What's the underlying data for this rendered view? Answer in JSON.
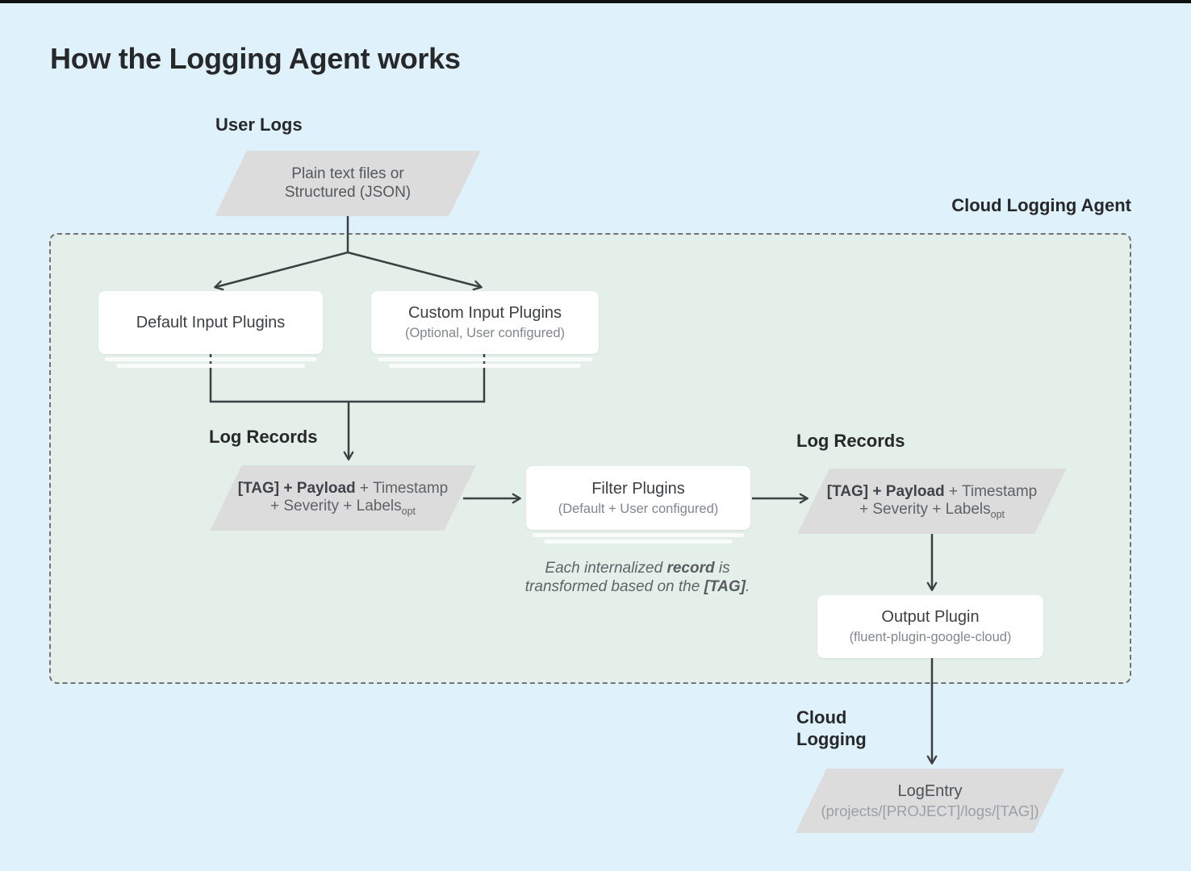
{
  "colors": {
    "background": "#dff1fb",
    "top_bar": "#111111",
    "panel_green": "#e3efe8",
    "shape_gray": "#dbdcdb",
    "line_dark": "#3c4043",
    "box_white": "#ffffff",
    "text_dark": "#26282a",
    "text_gray": "#5f6368",
    "text_light_gray": "#9aa0a6"
  },
  "title": "How the Logging Agent works",
  "labels": {
    "user_logs": "User Logs",
    "cloud_logging_agent": "Cloud Logging Agent",
    "log_records_left": "Log Records",
    "log_records_right": "Log Records",
    "cloud_logging": {
      "line1": "Cloud",
      "line2": "Logging"
    }
  },
  "nodes": {
    "user_log_files": {
      "line1": "Plain text files or",
      "line2": "Structured (JSON)"
    },
    "default_input_plugins": {
      "title": "Default Input Plugins"
    },
    "custom_input_plugins": {
      "title": "Custom Input Plugins",
      "subtitle": "(Optional, User configured)"
    },
    "log_record_left": {
      "bold": "[TAG] + Payload",
      "rest": " + Timestamp",
      "line2": "+ Severity + Labels",
      "subscript": "opt"
    },
    "filter_plugins": {
      "title": "Filter Plugins",
      "subtitle": "(Default + User configured)"
    },
    "log_record_right": {
      "bold": "[TAG] + Payload",
      "rest": " + Timestamp",
      "line2": "+ Severity + Labels",
      "subscript": "opt"
    },
    "output_plugin": {
      "title": "Output Plugin",
      "subtitle": "(fluent-plugin-google-cloud)"
    },
    "log_entry": {
      "title": "LogEntry",
      "subtitle": "(projects/[PROJECT]/logs/[TAG])"
    }
  },
  "note": {
    "line1_pre": "Each internalized ",
    "line1_bold": "record",
    "line1_post": " is",
    "line2_pre": "transformed based on the ",
    "line2_bold": "[TAG]",
    "line2_post": "."
  }
}
